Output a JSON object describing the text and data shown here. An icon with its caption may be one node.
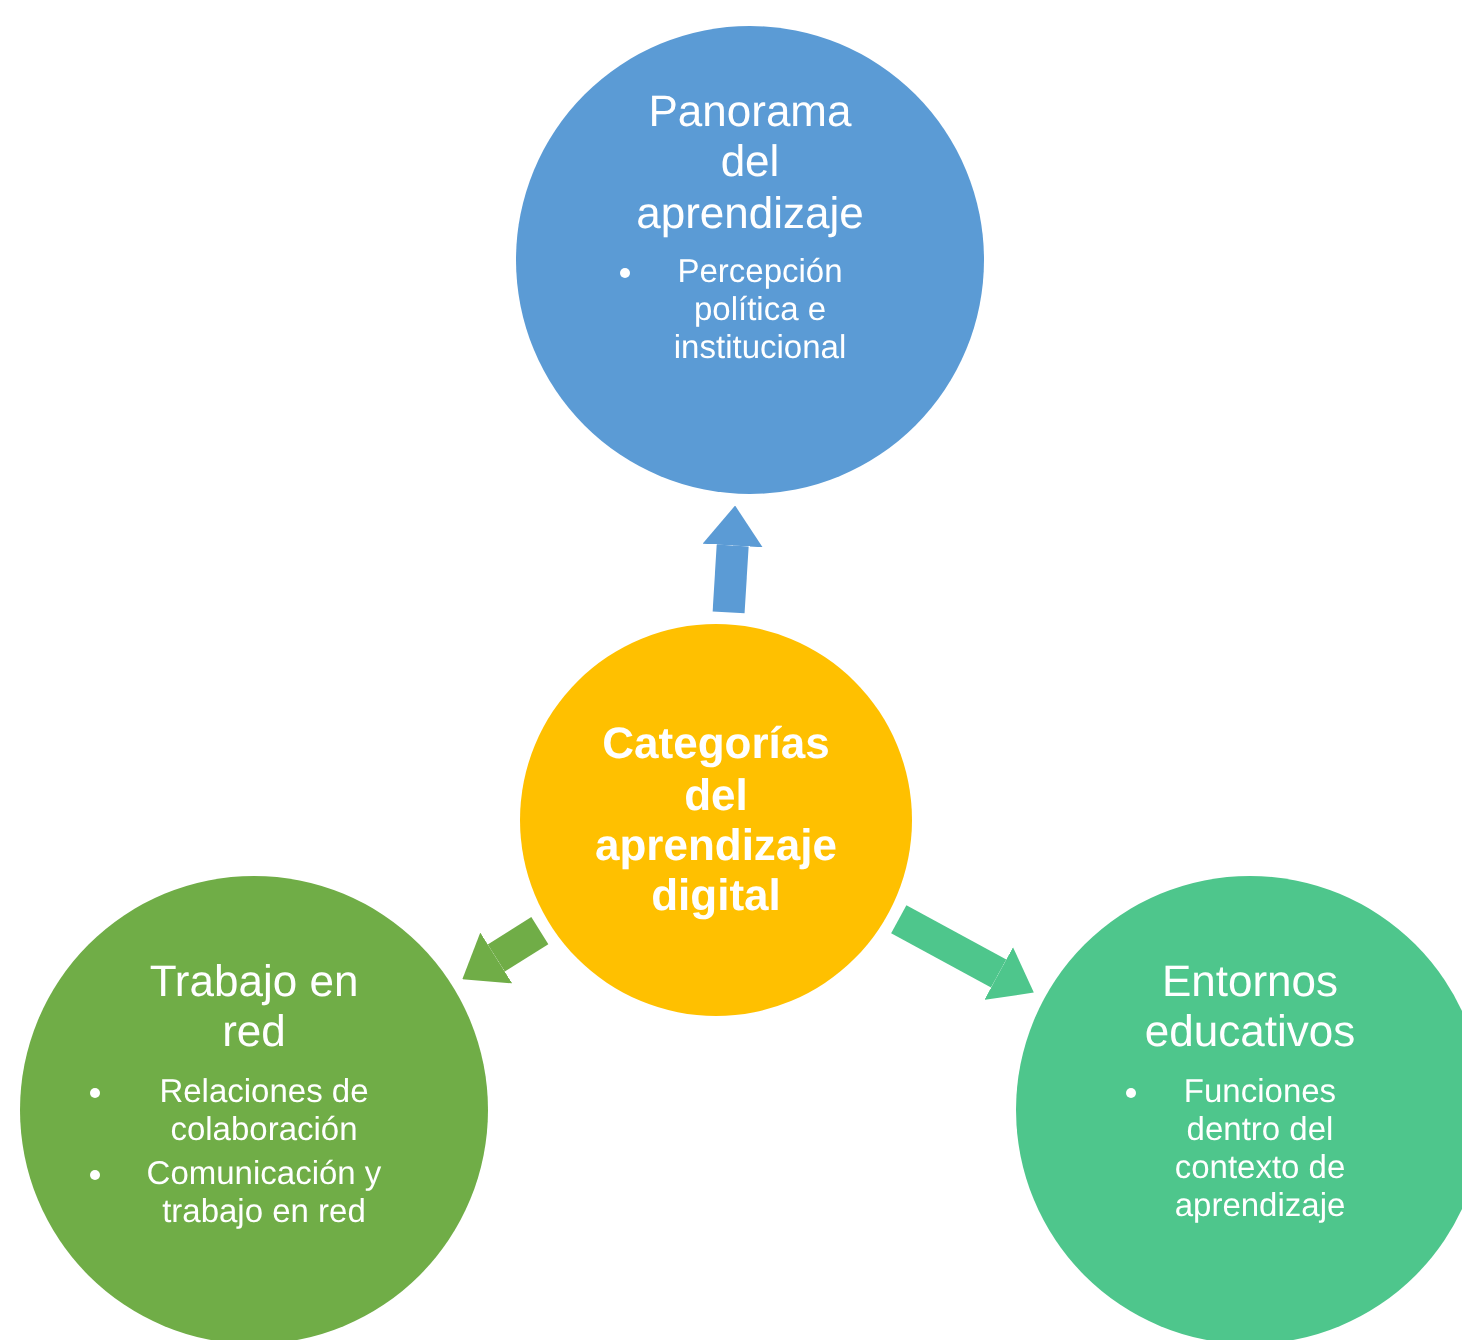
{
  "diagram": {
    "nodes": [
      {
        "text": [
          "Panorama del aprendizaje",
          "Percepción política e institucional"
        ]
      },
      {
        "text": [
          "Categorías del aprendizaje digital"
        ]
      },
      {
        "text": [
          "Trabajo en red",
          "Relaciones de colaboración",
          "Comunicación y trabajo en red"
        ]
      },
      {
        "text": [
          "Entornos educativos",
          "Funciones dentro del contexto de aprendizaje"
        ]
      }
    ],
    "edges": [
      {
        "from": 1,
        "to": 0,
        "arrow": "to",
        "color": "#5b9bd5"
      },
      {
        "from": 1,
        "to": 2,
        "arrow": "to",
        "color": "#70ad47"
      },
      {
        "from": 1,
        "to": 3,
        "arrow": "to",
        "color": "#4ec68c"
      }
    ]
  }
}
